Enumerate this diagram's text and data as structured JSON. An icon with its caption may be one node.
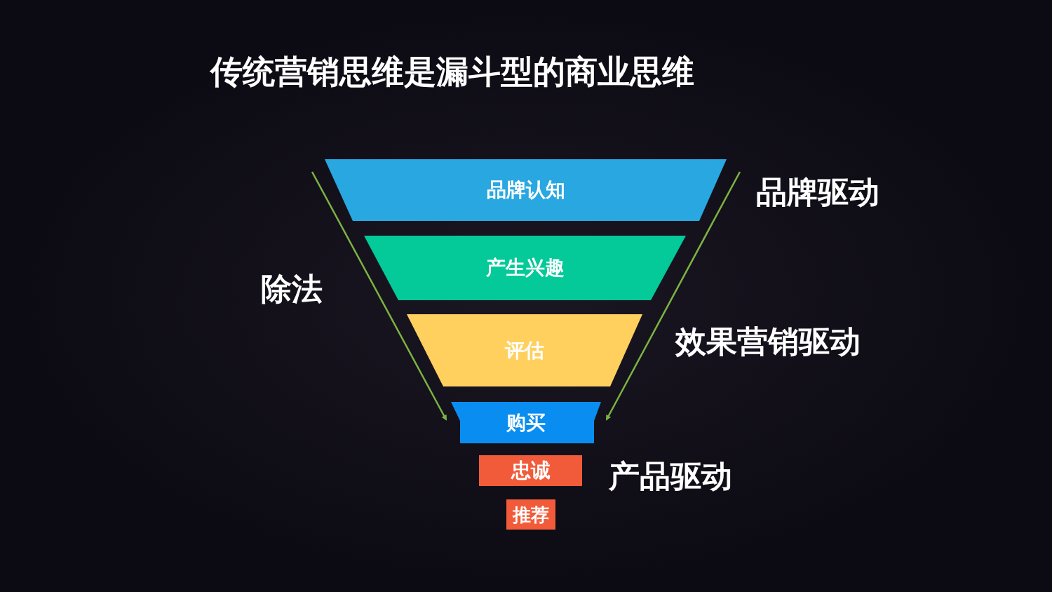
{
  "diagram": {
    "title": "传统营销思维是漏斗型的商业思维",
    "nodes": [
      {
        "text": [
          "品牌认知"
        ]
      },
      {
        "text": [
          "产生兴趣"
        ]
      },
      {
        "text": [
          "评估"
        ]
      },
      {
        "text": [
          "购买"
        ]
      },
      {
        "text": [
          "忠诚"
        ]
      },
      {
        "text": [
          "推荐"
        ]
      }
    ],
    "labels": [
      "除法",
      "品牌驱动",
      "效果营销驱动",
      "产品驱动"
    ]
  }
}
